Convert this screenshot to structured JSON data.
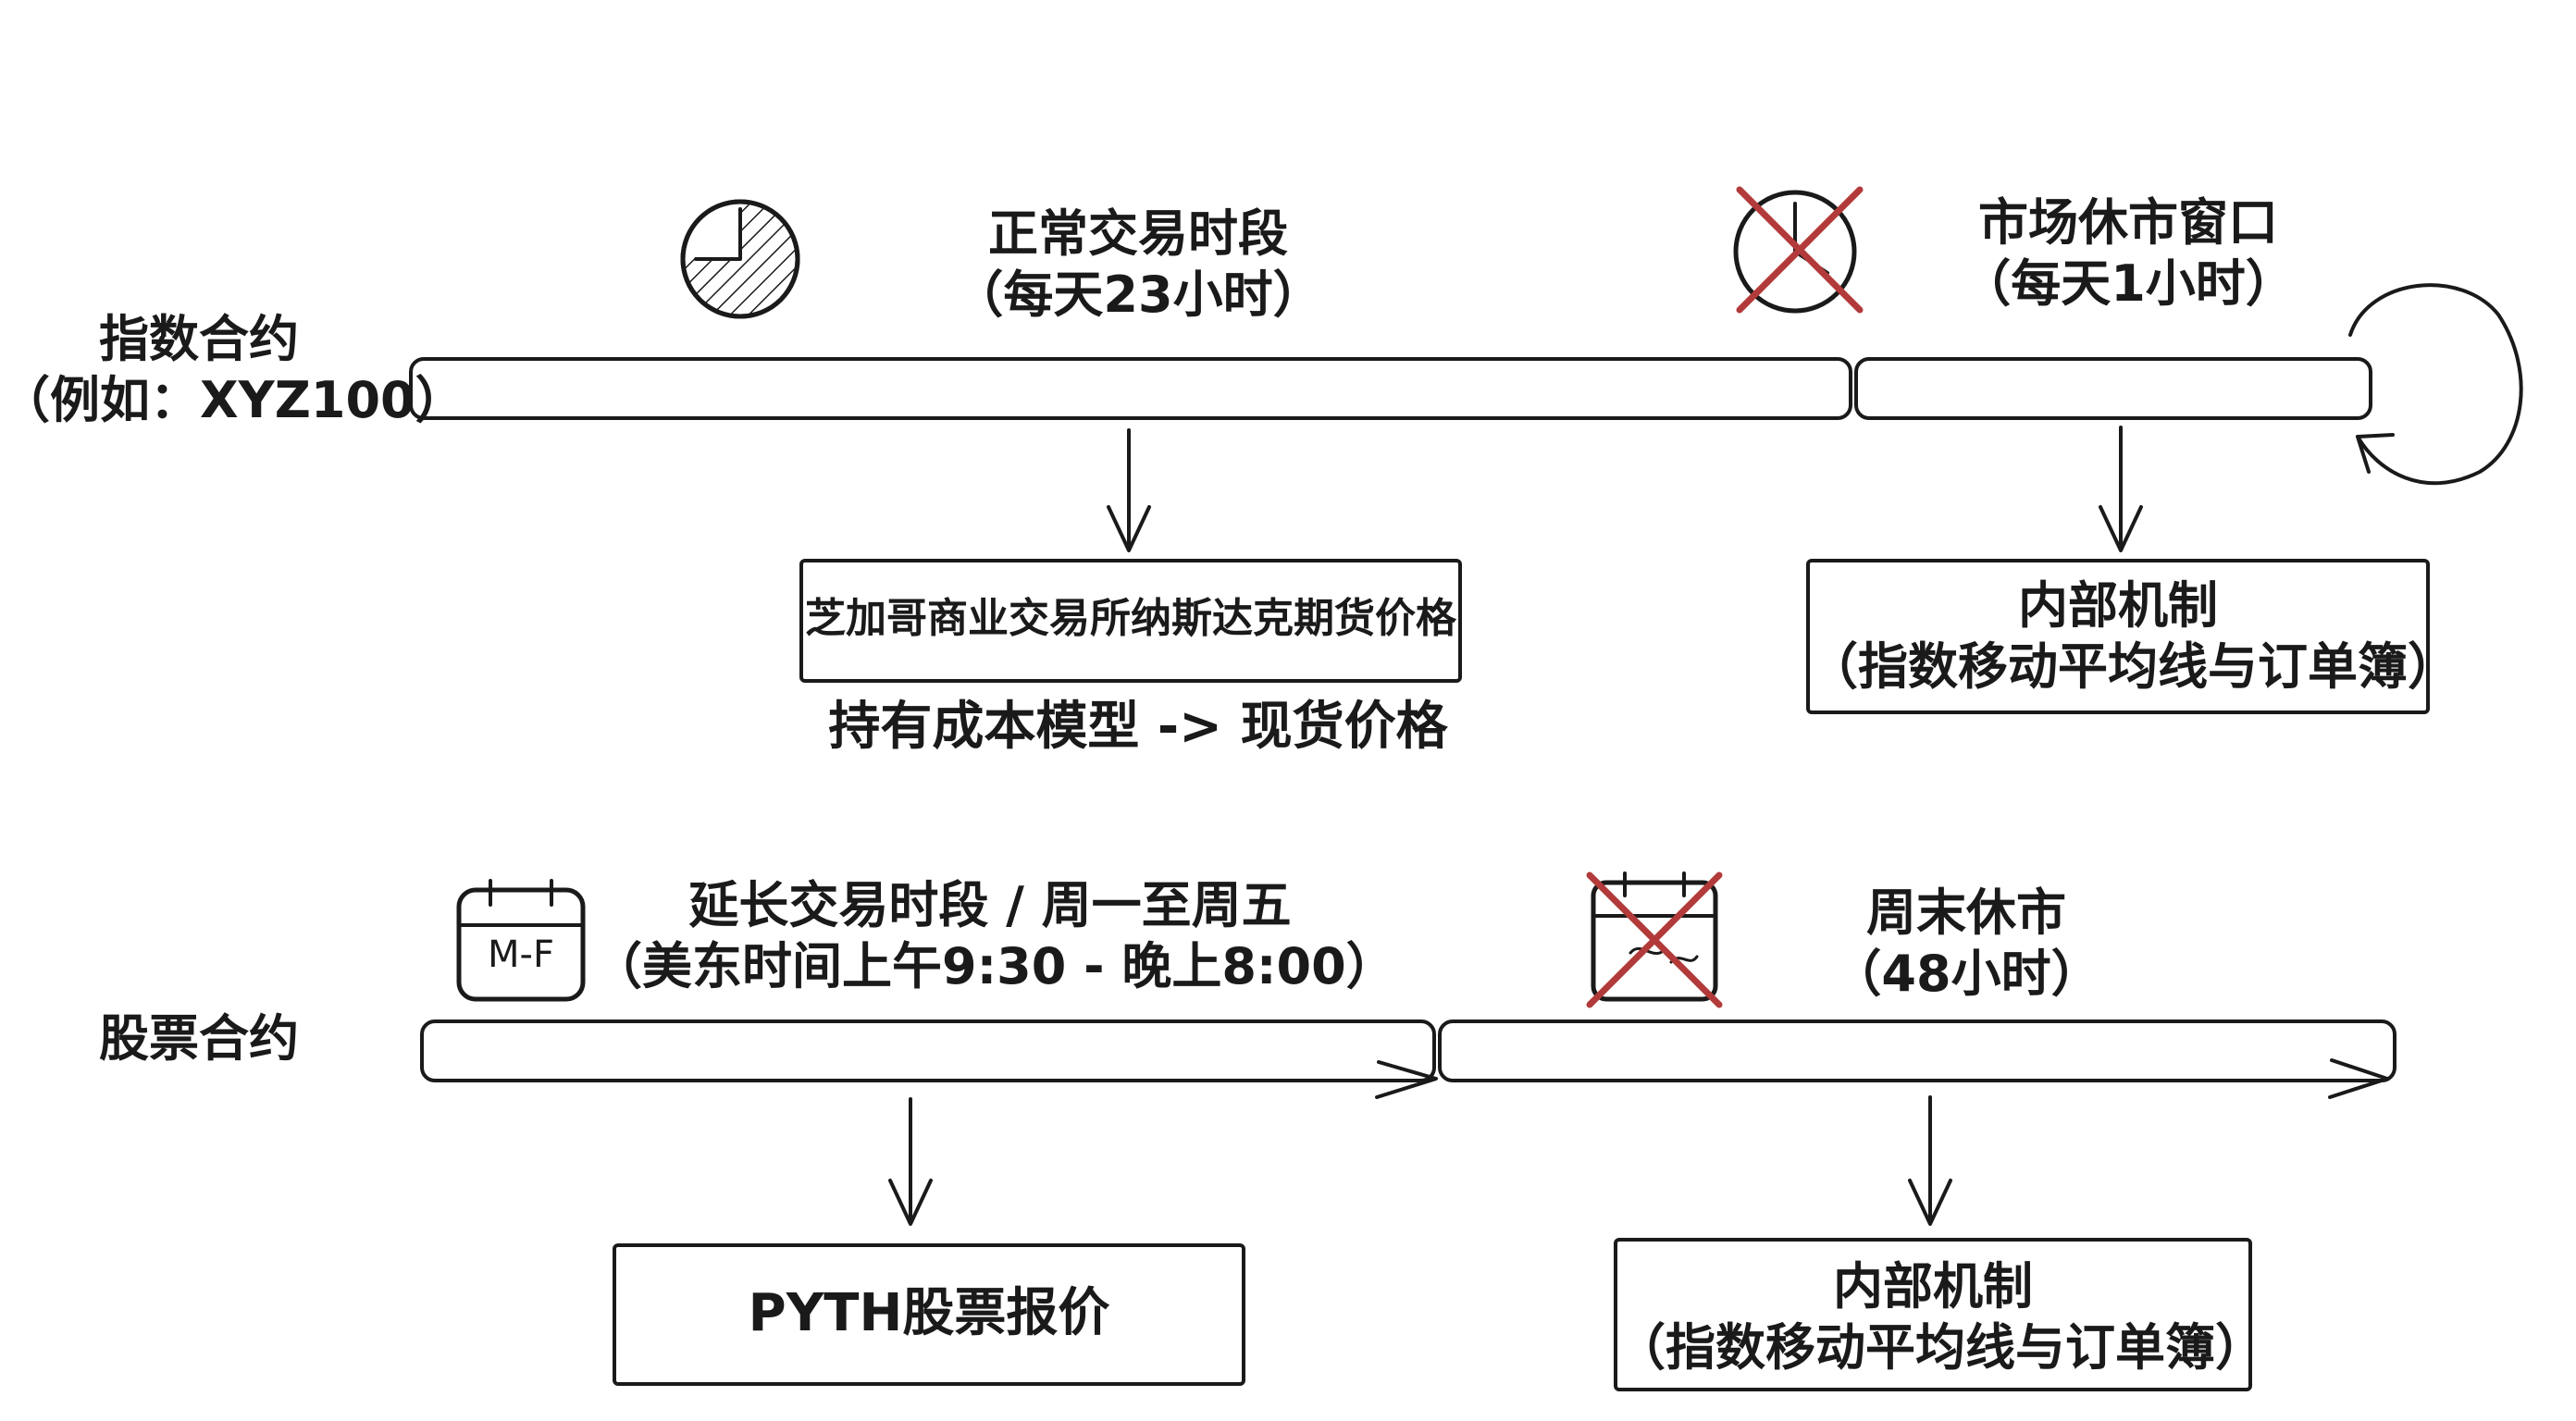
{
  "index_contract": {
    "row_label_line1": "指数合约",
    "row_label_line2": "（例如：XYZ100）",
    "regular_session": {
      "title": "正常交易时段",
      "subtitle": "（每天23小时）",
      "icon": "clock-icon",
      "box_text": "芝加哥商业交易所纳斯达克期货价格",
      "note": "持有成本模型 -> 现货价格"
    },
    "closure": {
      "title": "市场休市窗口",
      "subtitle": "（每天1小时）",
      "icon": "crossed-clock-icon",
      "box_line1": "内部机制",
      "box_line2": "（指数移动平均线与订单簿）"
    }
  },
  "stock_contract": {
    "row_label": "股票合约",
    "extended_session": {
      "title": "延长交易时段 / 周一至周五",
      "subtitle": "（美东时间上午9:30 - 晚上8:00）",
      "icon": "calendar-icon",
      "calendar_text": "M-F",
      "box_text": "PYTH股票报价"
    },
    "weekend": {
      "title": "周末休市",
      "subtitle": "（48小时）",
      "icon": "crossed-calendar-icon",
      "box_line1": "内部机制",
      "box_line2": "（指数移动平均线与订单簿）"
    }
  },
  "colors": {
    "ink": "#1a1a1a",
    "cross": "#b23a3a",
    "background": "#ffffff"
  }
}
